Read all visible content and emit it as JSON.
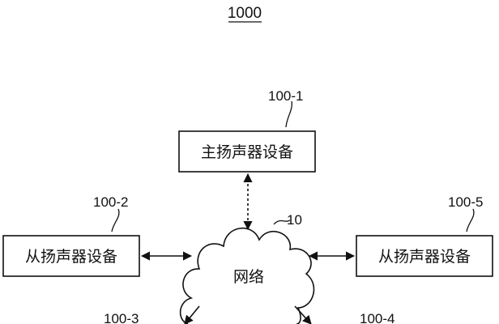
{
  "figure": {
    "number": "1000"
  },
  "network": {
    "ref": "10",
    "label": "网络"
  },
  "devices": {
    "main": {
      "ref": "100-1",
      "label": "主扬声器设备"
    },
    "left": {
      "ref": "100-2",
      "label": "从扬声器设备"
    },
    "right": {
      "ref": "100-5",
      "label": "从扬声器设备"
    },
    "bottom_left": {
      "ref": "100-3"
    },
    "bottom_right": {
      "ref": "100-4"
    }
  }
}
